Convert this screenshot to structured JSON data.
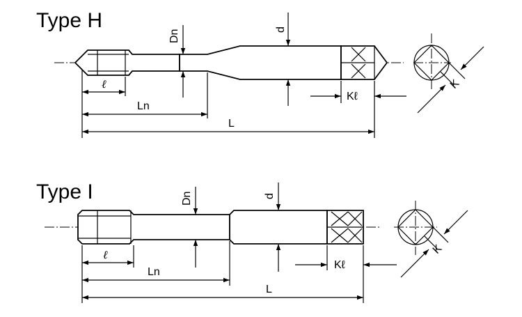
{
  "diagrams": [
    {
      "title": "Type H",
      "labels": {
        "d": "d",
        "dn": "Dn",
        "l": "ℓ",
        "ln": "Ln",
        "L": "L",
        "kl": "Kℓ",
        "k": "K"
      }
    },
    {
      "title": "Type I",
      "labels": {
        "d": "d",
        "dn": "Dn",
        "l": "ℓ",
        "ln": "Ln",
        "L": "L",
        "kl": "Kℓ",
        "k": "K"
      }
    }
  ]
}
